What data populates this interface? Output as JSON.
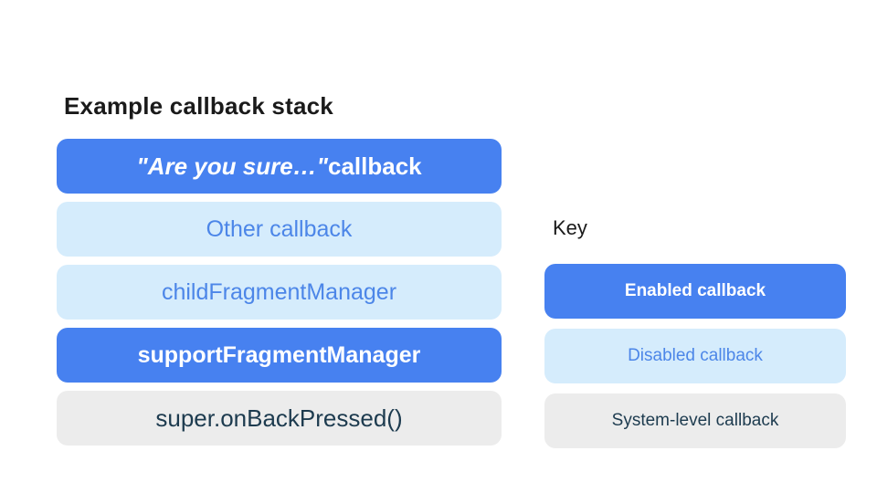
{
  "colors": {
    "page_bg": "#ffffff",
    "title_text": "#1a1a1a",
    "enabled_bg": "#4781F0",
    "enabled_text": "#ffffff",
    "disabled_bg": "#D5ECFC",
    "disabled_text": "#4C86E8",
    "system_bg": "#ECECEC",
    "system_text": "#1D3B4F"
  },
  "stack": {
    "title": "Example callback stack",
    "items": [
      {
        "text_quoted": "\"Are you sure…\"",
        "text_rest": " callback",
        "type": "enabled"
      },
      {
        "label": "Other callback",
        "type": "disabled"
      },
      {
        "label": "childFragmentManager",
        "type": "disabled"
      },
      {
        "label": "supportFragmentManager",
        "type": "enabled"
      },
      {
        "label": "super.onBackPressed()",
        "type": "system"
      }
    ]
  },
  "key": {
    "title": "Key",
    "items": [
      {
        "label": "Enabled callback",
        "type": "enabled"
      },
      {
        "label": "Disabled callback",
        "type": "disabled"
      },
      {
        "label": "System-level callback",
        "type": "system"
      }
    ]
  }
}
